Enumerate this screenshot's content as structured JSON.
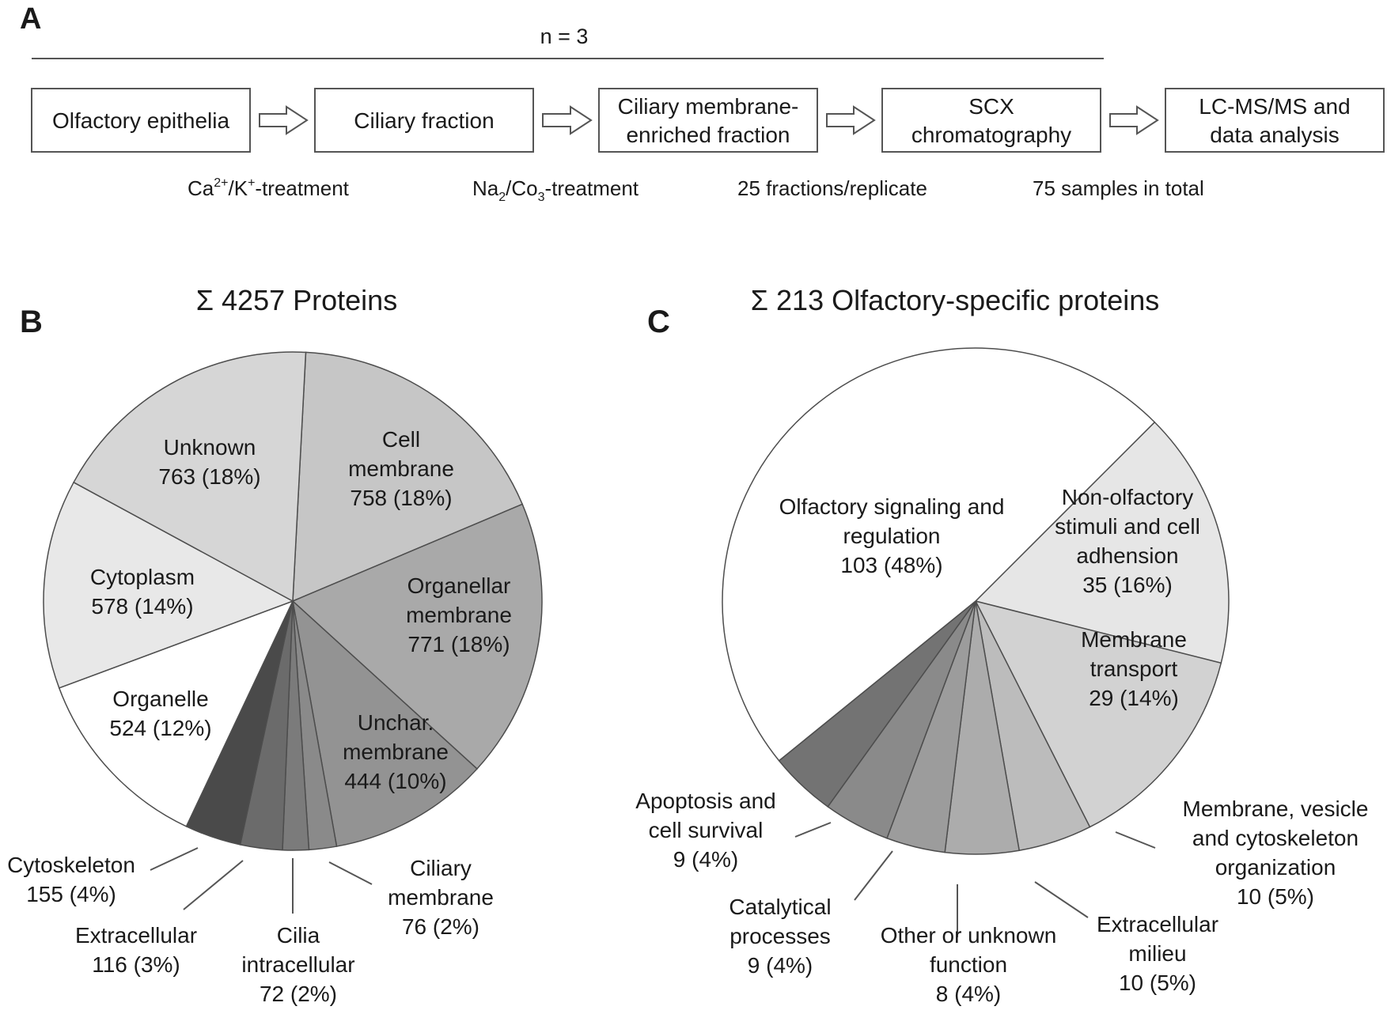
{
  "panel_a": {
    "letter": "A",
    "replicates": "n = 3",
    "steps": [
      {
        "lines": [
          "Olfactory epithelia"
        ]
      },
      {
        "lines": [
          "Ciliary fraction"
        ]
      },
      {
        "lines": [
          "Ciliary membrane-",
          "enriched fraction"
        ]
      },
      {
        "lines": [
          "SCX",
          "chromatography"
        ]
      },
      {
        "lines": [
          "LC-MS/MS and",
          "data analysis"
        ]
      }
    ],
    "treatments": [
      {
        "base": "Ca",
        "sup1": "2+",
        "mid": "/K",
        "sup2": "+",
        "tail": "-treatment"
      },
      {
        "base": "Na",
        "sub1": "2",
        "mid": "/Co",
        "sub2": "3",
        "tail": "-treatment"
      },
      {
        "text": "25 fractions/replicate"
      },
      {
        "text": "75 samples in total"
      }
    ]
  },
  "chart_data": [
    {
      "panel": "B",
      "type": "pie",
      "title": "Σ 4257 Proteins",
      "slices": [
        {
          "label": "Cell membrane",
          "value": 758,
          "percent": "18%",
          "color": "#c6c6c6",
          "label_lines": [
            "Cell",
            "membrane",
            "758 (18%)"
          ]
        },
        {
          "label": "Organellar membrane",
          "value": 771,
          "percent": "18%",
          "color": "#a9a9a9",
          "label_lines": [
            "Organellar",
            "membrane",
            "771 (18%)"
          ]
        },
        {
          "label": "Unchar. membrane",
          "value": 444,
          "percent": "10%",
          "color": "#939393",
          "label_lines": [
            "Unchar.",
            "membrane",
            "444 (10%)"
          ]
        },
        {
          "label": "Ciliary membrane",
          "value": 76,
          "percent": "2%",
          "color": "#8a8a8a",
          "label_lines": [
            "Ciliary",
            "membrane",
            "76 (2%)"
          ]
        },
        {
          "label": "Cilia intracellular",
          "value": 72,
          "percent": "2%",
          "color": "#7b7b7b",
          "label_lines": [
            "Cilia",
            "intracellular",
            "72 (2%)"
          ]
        },
        {
          "label": "Extracellular",
          "value": 116,
          "percent": "3%",
          "color": "#6b6b6b",
          "label_lines": [
            "Extracellular",
            "116 (3%)"
          ]
        },
        {
          "label": "Cytoskeleton",
          "value": 155,
          "percent": "4%",
          "color": "#4a4a4a",
          "label_lines": [
            "Cytoskeleton",
            "155 (4%)"
          ]
        },
        {
          "label": "Organelle",
          "value": 524,
          "percent": "12%",
          "color": "#ffffff",
          "label_lines": [
            "Organelle",
            "524 (12%)"
          ]
        },
        {
          "label": "Cytoplasm",
          "value": 578,
          "percent": "14%",
          "color": "#e8e8e8",
          "label_lines": [
            "Cytoplasm",
            "578 (14%)"
          ]
        },
        {
          "label": "Unknown",
          "value": 763,
          "percent": "18%",
          "color": "#d6d6d6",
          "label_lines": [
            "Unknown",
            "763 (18%)"
          ]
        }
      ]
    },
    {
      "panel": "C",
      "type": "pie",
      "title": "Σ 213 Olfactory-specific proteins",
      "slices": [
        {
          "label": "Non-olfactory stimuli and cell adhension",
          "value": 35,
          "percent": "16%",
          "color": "#e6e6e6",
          "label_lines": [
            "Non-olfactory",
            "stimuli and cell",
            "adhension",
            "35 (16%)"
          ]
        },
        {
          "label": "Membrane transport",
          "value": 29,
          "percent": "14%",
          "color": "#d2d2d2",
          "label_lines": [
            "Membrane",
            "transport",
            "29 (14%)"
          ]
        },
        {
          "label": "Membrane, vesicle and cytoskeleton organization",
          "value": 10,
          "percent": "5%",
          "color": "#bcbcbc",
          "label_lines": [
            "Membrane, vesicle",
            "and cytoskeleton",
            "organization",
            "10 (5%)"
          ]
        },
        {
          "label": "Extracellular milieu",
          "value": 10,
          "percent": "5%",
          "color": "#acacac",
          "label_lines": [
            "Extracellular",
            "milieu",
            "10 (5%)"
          ]
        },
        {
          "label": "Other or unknown function",
          "value": 8,
          "percent": "4%",
          "color": "#9c9c9c",
          "label_lines": [
            "Other or unknown",
            "function",
            "8 (4%)"
          ]
        },
        {
          "label": "Catalytical processes",
          "value": 9,
          "percent": "4%",
          "color": "#8a8a8a",
          "label_lines": [
            "Catalytical",
            "processes",
            "9 (4%)"
          ]
        },
        {
          "label": "Apoptosis and cell survival",
          "value": 9,
          "percent": "4%",
          "color": "#737373",
          "label_lines": [
            "Apoptosis and",
            "cell survival",
            "9 (4%)"
          ]
        },
        {
          "label": "Olfactory signaling and regulation",
          "value": 103,
          "percent": "48%",
          "color": "#ffffff",
          "label_lines": [
            "Olfactory signaling and",
            "regulation",
            "103 (48%)"
          ]
        }
      ]
    }
  ]
}
